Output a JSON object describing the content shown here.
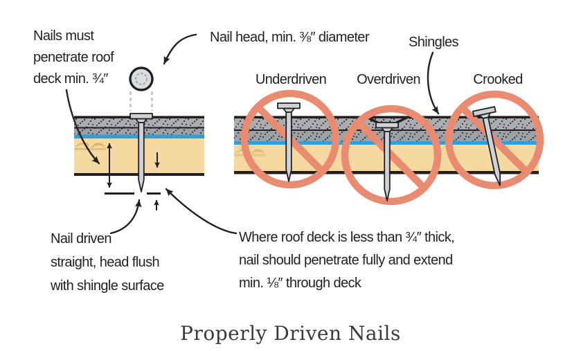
{
  "title": "Properly Driven Nails",
  "colors": {
    "ink": "#231F20",
    "title-color": "#3A3A3C",
    "prohibition": "#E98B70",
    "shingle-light": "#ABAEB1",
    "shingle-dark": "#9EA1A5",
    "speckle": "#303234",
    "underlayment-blue": "#2E9FD8",
    "deck-tan": "#F5D9A1",
    "deck-grain": "#D2AA62",
    "nail-fill": "#CDD2D7",
    "nail-head-view": "#D8DDE1"
  },
  "annotations": {
    "nails_must": {
      "lines": [
        "Nails must",
        "penetrate roof",
        "deck min. ¾″"
      ]
    },
    "nail_head": {
      "text": "Nail head, min. ⅜″ diameter"
    },
    "shingles": {
      "text": "Shingles"
    },
    "underdriven": {
      "text": "Underdriven"
    },
    "overdriven": {
      "text": "Overdriven"
    },
    "crooked": {
      "text": "Crooked"
    },
    "nail_driven": {
      "lines": [
        "Nail driven",
        "straight, head flush",
        "with shingle surface"
      ]
    },
    "where_roof": {
      "lines": [
        "Where roof deck is less than ¾″ thick,",
        "nail should penetrate fully and extend",
        "min. ⅛″ through deck"
      ]
    }
  }
}
